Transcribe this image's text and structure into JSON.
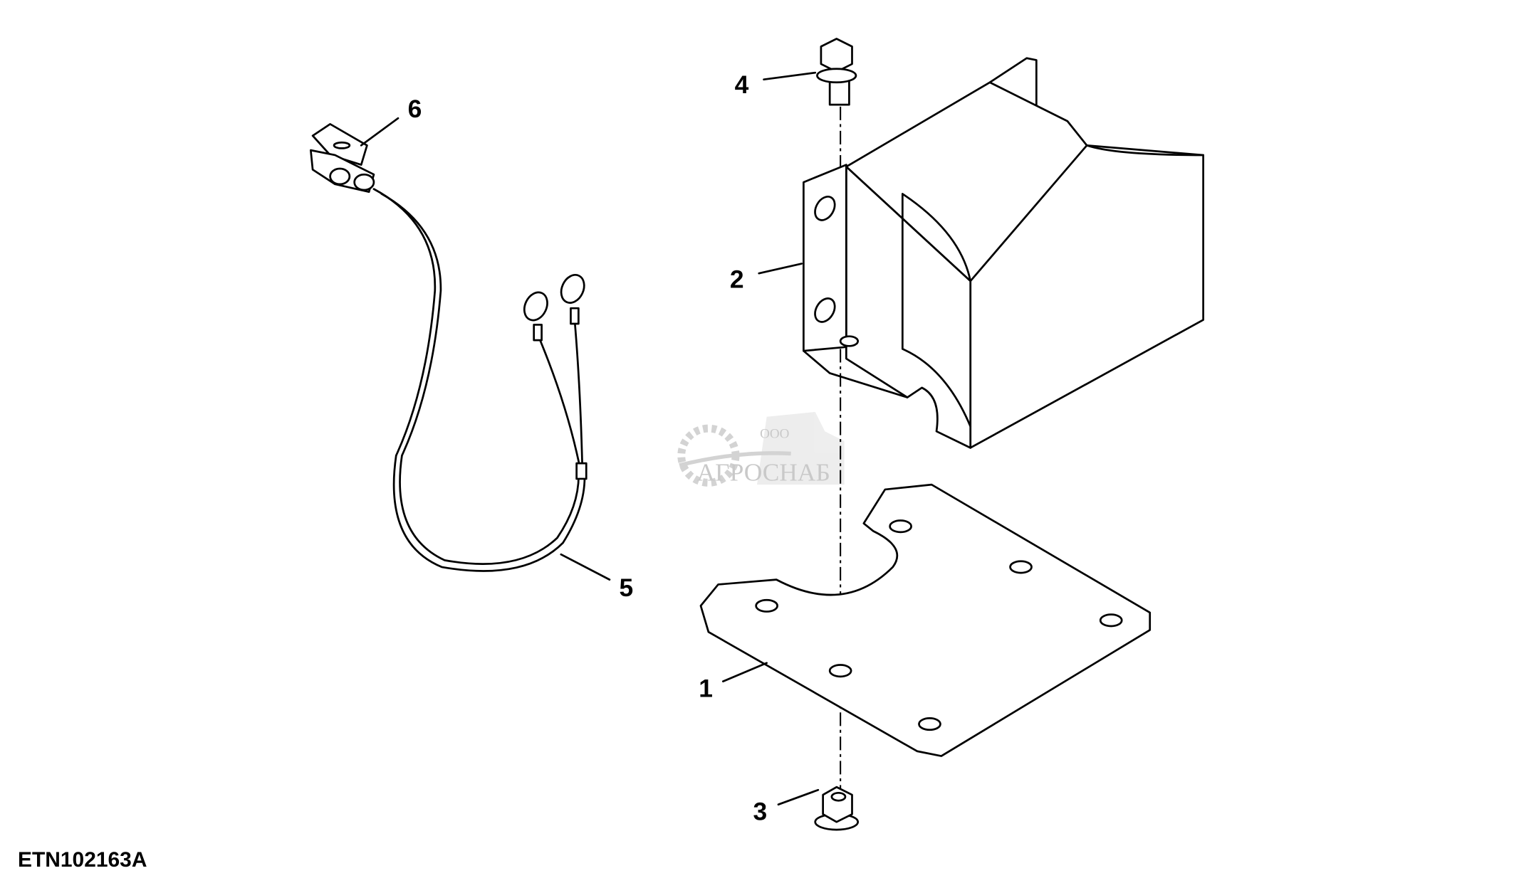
{
  "figure_id": "ETN102163A",
  "callouts": [
    "1",
    "2",
    "3",
    "4",
    "5",
    "6"
  ],
  "watermark": {
    "prefix": "ООО",
    "name": "АГРОСНАБ"
  }
}
